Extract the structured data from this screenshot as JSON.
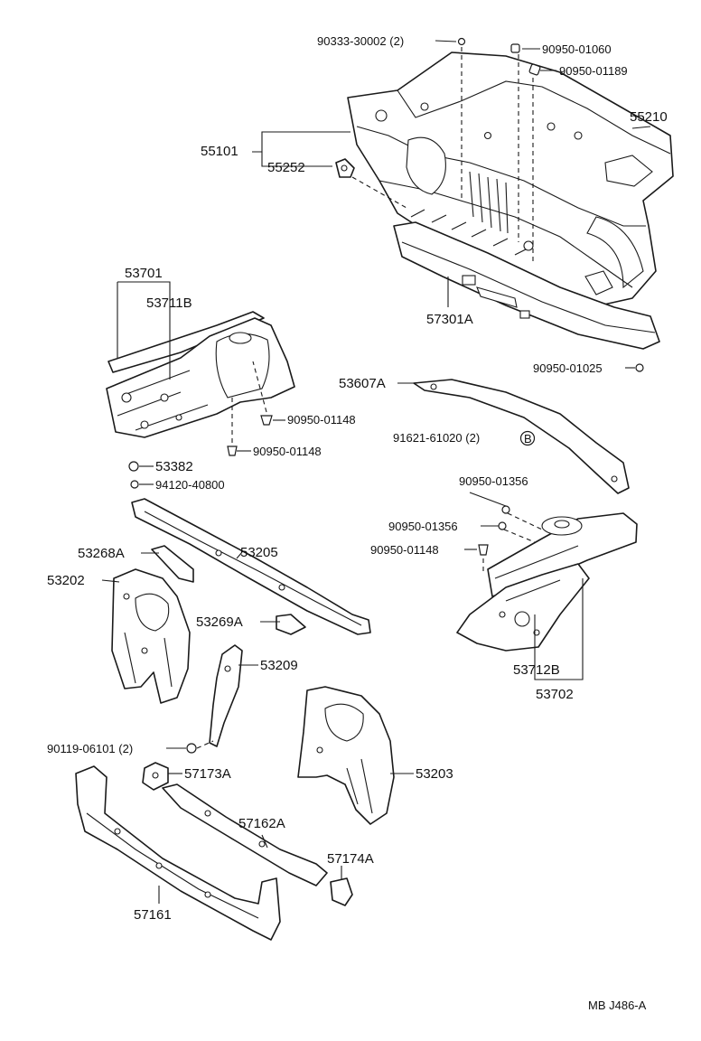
{
  "labels": {
    "p90333_30002": "90333-30002",
    "q90333_30002": "(2)",
    "p90950_01060": "90950-01060",
    "p90950_01189": "90950-01189",
    "p55210": "55210",
    "p55101": "55101",
    "p55252": "55252",
    "p53701": "53701",
    "p53711B": "53711B",
    "p57301A": "57301A",
    "p90950_01025": "90950-01025",
    "p53607A": "53607A",
    "p90950_01148_a": "90950-01148",
    "p90950_01148_b": "90950-01148",
    "p91621_61020": "91621-61020",
    "q91621_61020": "(2)",
    "mark_B": "B",
    "p53382": "53382",
    "p94120_40800": "94120-40800",
    "p90950_01356_a": "90950-01356",
    "p90950_01356_b": "90950-01356",
    "p90950_01148_c": "90950-01148",
    "p53268A": "53268A",
    "p53205": "53205",
    "p53202": "53202",
    "p53269A": "53269A",
    "p53712B": "53712B",
    "p53702": "53702",
    "p53209": "53209",
    "p90119_06101": "90119-06101",
    "q90119_06101": "(2)",
    "p57173A": "57173A",
    "p53203": "53203",
    "p57162A": "57162A",
    "p57174A": "57174A",
    "p57161": "57161",
    "ref_code": "MB J486-A"
  }
}
